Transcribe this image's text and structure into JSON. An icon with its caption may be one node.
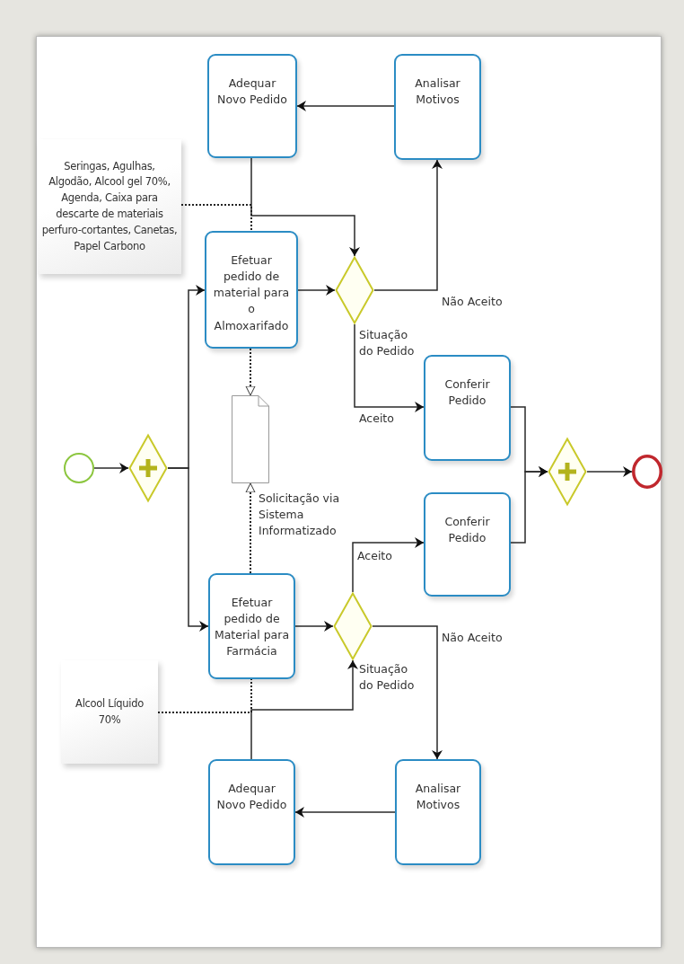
{
  "diagram": {
    "nodes": [
      {
        "text": [],
        "shape": "circle"
      },
      {
        "text": [],
        "shape": "diamond"
      },
      {
        "text": [
          "Seringas, Agulhas, Algodão, Alcool gel 70%, Agenda, Caixa para descarte de materiais perfuro-cortantes, Canetas, Papel Carbono"
        ]
      },
      {
        "text": [
          "Adequar Novo Pedido"
        ]
      },
      {
        "text": [
          "Analisar Motivos"
        ]
      },
      {
        "text": [
          "Efetuar pedido de material para o Almoxarifado"
        ]
      },
      {
        "text": [],
        "shape": "diamond",
        "beside": [
          "Situação do Pedido"
        ]
      },
      {
        "text": [],
        "shape": "document",
        "beside": [
          "Solicitação via Sistema Informatizado"
        ]
      },
      {
        "text": [
          "Conferir Pedido"
        ]
      },
      {
        "text": [],
        "shape": "diamond"
      },
      {
        "text": [],
        "shape": "circle"
      },
      {
        "text": [
          "Conferir Pedido"
        ]
      },
      {
        "text": [
          "Efetuar pedido de Material para Farmácia"
        ]
      },
      {
        "text": [],
        "shape": "diamond",
        "beside": [
          "Situação do Pedido"
        ]
      },
      {
        "text": [
          "Alcool Líquido 70%"
        ]
      },
      {
        "text": [
          "Adequar Novo Pedido"
        ]
      },
      {
        "text": [
          "Analisar Motivos"
        ]
      }
    ],
    "edges": [
      {
        "from": 0,
        "to": 1,
        "arrow": "to"
      },
      {
        "from": 1,
        "to": 5,
        "arrow": "to"
      },
      {
        "from": 1,
        "to": 12,
        "arrow": "to"
      },
      {
        "from": 5,
        "to": 6,
        "arrow": "to"
      },
      {
        "from": 6,
        "to": 4,
        "arrow": "to",
        "label": "Não Aceito"
      },
      {
        "from": 4,
        "to": 3,
        "arrow": "to"
      },
      {
        "from": 3,
        "to": 6,
        "arrow": "to"
      },
      {
        "from": 6,
        "to": 8,
        "arrow": "to",
        "label": "Aceito"
      },
      {
        "from": 2,
        "to": 5,
        "arrow": "none",
        "style": "dashed"
      },
      {
        "from": 5,
        "to": 7,
        "arrow": "to",
        "style": "dashed"
      },
      {
        "from": 12,
        "to": 7,
        "arrow": "to",
        "style": "dashed"
      },
      {
        "from": 8,
        "to": 9,
        "arrow": "to"
      },
      {
        "from": 11,
        "to": 9,
        "arrow": "to"
      },
      {
        "from": 9,
        "to": 10,
        "arrow": "to"
      },
      {
        "from": 12,
        "to": 13,
        "arrow": "to"
      },
      {
        "from": 13,
        "to": 11,
        "arrow": "to",
        "label": "Aceito"
      },
      {
        "from": 13,
        "to": 16,
        "arrow": "to",
        "label": "Não Aceito"
      },
      {
        "from": 16,
        "to": 15,
        "arrow": "to"
      },
      {
        "from": 15,
        "to": 13,
        "arrow": "to"
      },
      {
        "from": 14,
        "to": 12,
        "arrow": "none",
        "style": "dashed"
      }
    ]
  }
}
